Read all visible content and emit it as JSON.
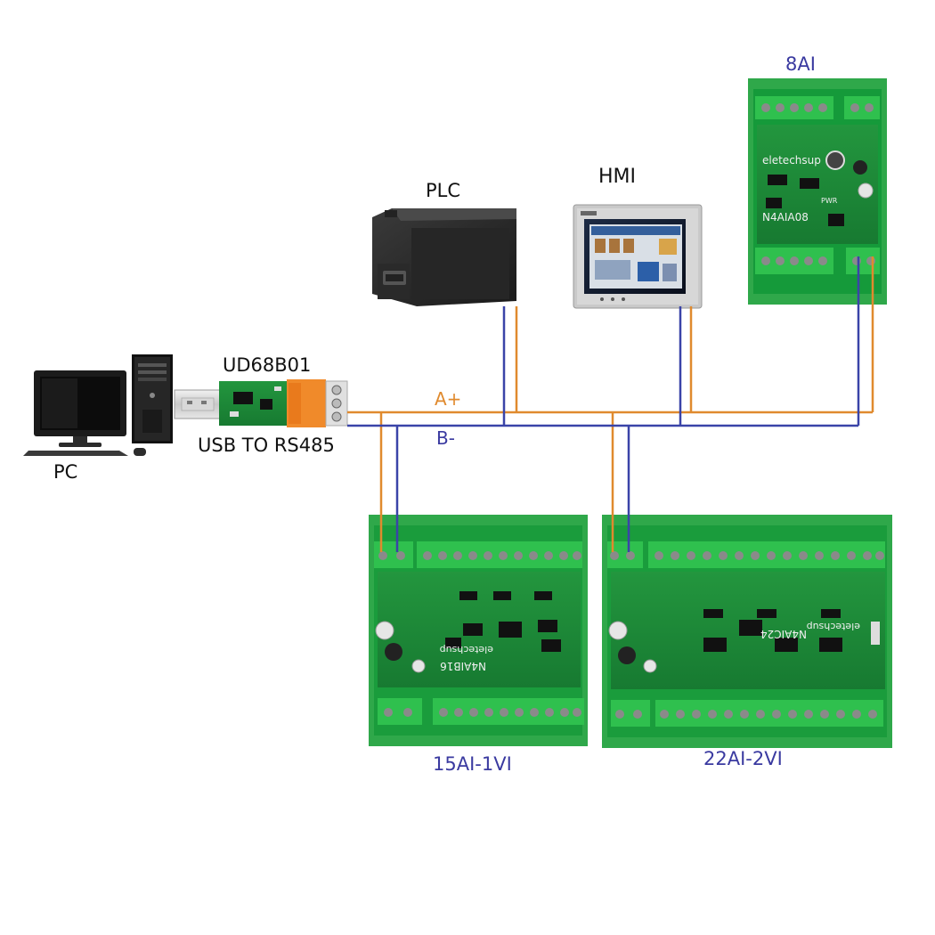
{
  "labels": {
    "pc": "PC",
    "converter_title": "UD68B01",
    "converter_sub": "USB TO RS485",
    "plc": "PLC",
    "hmi": "HMI",
    "module_8ai": "8AI",
    "module_15ai": "15AI-1VI",
    "module_22ai": "22AI-2VI",
    "bus_a": "A+",
    "bus_b": "B-"
  },
  "board_text": {
    "brand": "eletechsup",
    "model_8ai": "N4AIA08",
    "model_15ai": "N4AIB16",
    "model_22ai": "N4AIC24",
    "pwr": "PWR"
  },
  "colors": {
    "wire_a": "#e08a2e",
    "wire_b": "#3a44a8",
    "pcb_green": "#1f8f3a",
    "din_green": "#2fa84a",
    "label_blue": "#3a3aa0",
    "terminal_orange": "#f08a2a"
  }
}
